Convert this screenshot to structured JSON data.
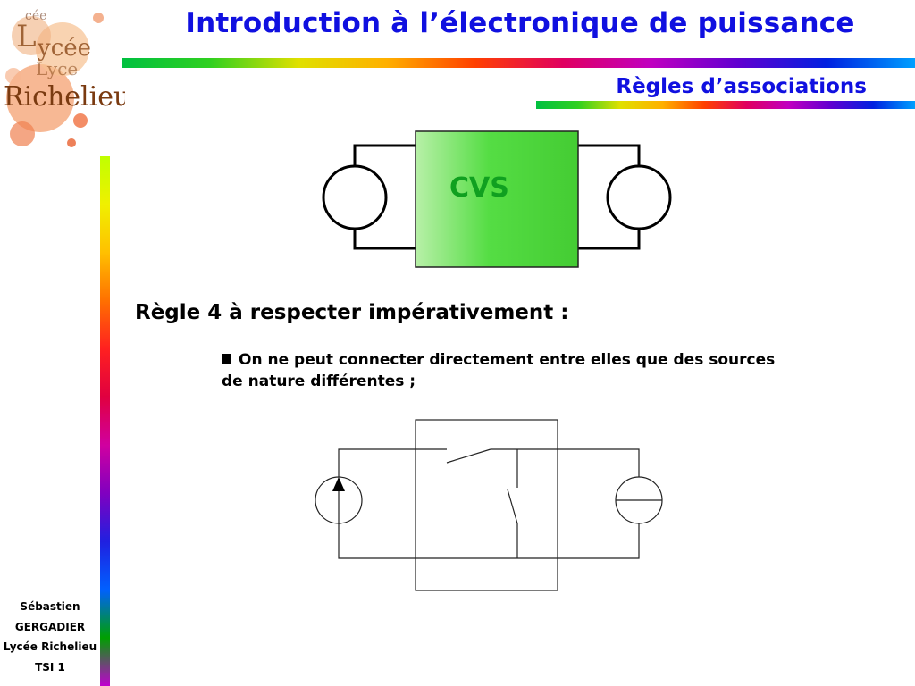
{
  "logo": {
    "text": "Lycée Richelieu"
  },
  "header": {
    "title": "Introduction à l’électronique de puissance",
    "subtitle": "Règles d’associations"
  },
  "diagram_top": {
    "label": "CVS"
  },
  "rule": {
    "title": "Règle 4 à respecter impérativement :",
    "line1": "On ne peut connecter directement entre elles que des sources",
    "line2": "de nature différentes ;"
  },
  "author": {
    "line1": "Sébastien",
    "line2": "GERGADIER",
    "line3": "Lycée Richelieu",
    "line4": "TSI 1"
  },
  "colors": {
    "title_blue": "#1010e0",
    "cvs_green": "#44dd44",
    "cvs_label_green": "#10a020"
  }
}
